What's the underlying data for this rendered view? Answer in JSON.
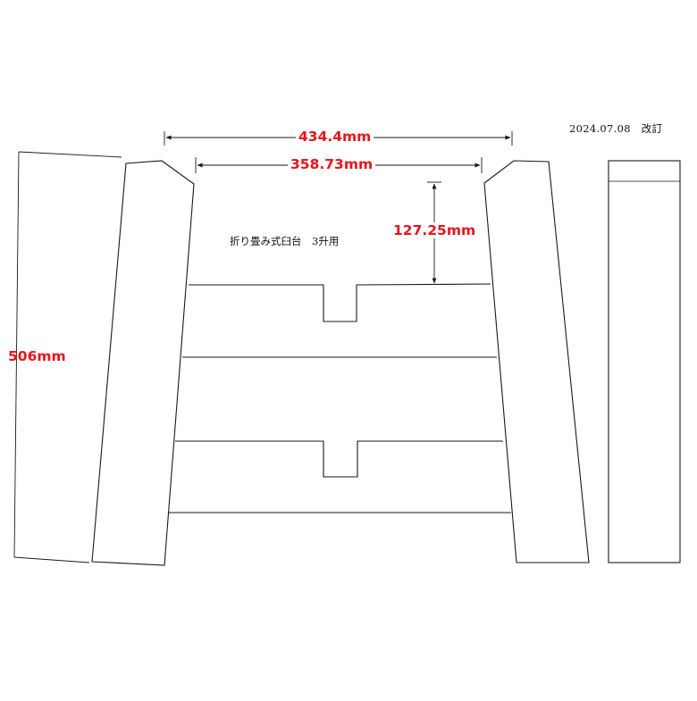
{
  "drawing": {
    "revision_note": "2024.07.08　改訂",
    "title_note": "折り畳み式臼台　3升用",
    "dimensions": {
      "overall_width": "434.4mm",
      "inner_width": "358.73mm",
      "board_offset": "127.25mm",
      "height": "506mm"
    }
  },
  "colors": {
    "line": "#1a1a1a",
    "dimension_text": "#e8141c"
  }
}
